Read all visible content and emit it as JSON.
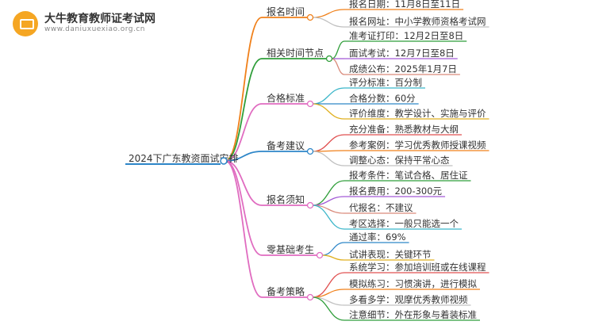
{
  "logo": {
    "title": "大牛教育教师证考试网",
    "url": "www.daniuxuexiao.org.cn"
  },
  "root": {
    "label": "2024下广东教资面试安排"
  },
  "branches": [
    {
      "label": "报名时间",
      "color": "#f0801a",
      "leaves": [
        "报名日期：11月8日至11日",
        "报名网址：中小学教师资格考试网"
      ]
    },
    {
      "label": "相关时间节点",
      "color": "#2f9e3a",
      "leaves": [
        "准考证打印：12月2日至8日",
        "面试考试：12月7日至8日",
        "成绩公布：2025年1月7日"
      ]
    },
    {
      "label": "合格标准",
      "color": "#e06cc0",
      "leaves": [
        "评分标准：百分制",
        "合格分数：60分",
        "评价维度：教学设计、实施与评价"
      ]
    },
    {
      "label": "备考建议",
      "color": "#2d86c8",
      "leaves": [
        "充分准备：熟悉教材与大纲",
        "参考案例：学习优秀教师授课视频",
        "调整心态：保持平常心态"
      ]
    },
    {
      "label": "报名须知",
      "color": "#e06cc0",
      "leaves": [
        "报考条件：笔试合格、居住证",
        "报名费用：200-300元",
        "代报名：不建议",
        "考区选择：一般只能选一个"
      ]
    },
    {
      "label": "零基础考生",
      "color": "#e06cc0",
      "leaves": [
        "通过率：69%",
        "试讲表现：关键环节"
      ]
    },
    {
      "label": "备考策略",
      "color": "#e06cc0",
      "leaves": [
        "系统学习：参加培训班或在线课程",
        "模拟练习：习惯演讲，进行模拟",
        "多看多学：观摩优秀教师视频",
        "注意细节：外在形象与着装标准"
      ]
    }
  ],
  "leaf_colors": [
    "#f0801a",
    "#c0c0c0",
    "#2f9e3a",
    "#a35bd6",
    "#d98a7a",
    "#3bb6c9",
    "#2d86c8",
    "#e0b020",
    "#e05050"
  ]
}
